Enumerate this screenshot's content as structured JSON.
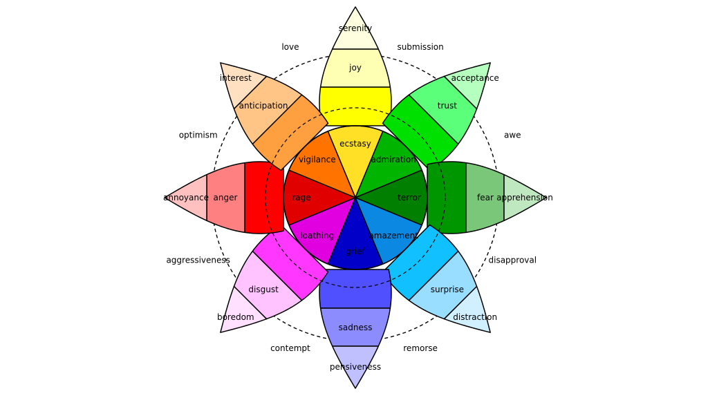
{
  "petals": [
    {
      "angle": 0,
      "dyad": "love",
      "levels": [
        {
          "label": "serenity",
          "color": "#ffffb3"
        },
        {
          "label": "joy",
          "color": "#ffff00"
        },
        {
          "label": "ecstasy",
          "color": "#ffe026"
        }
      ],
      "tip_color": "#ffffe0"
    },
    {
      "angle": 45,
      "dyad": "submission",
      "levels": [
        {
          "label": "acceptance",
          "color": "#5bff7a"
        },
        {
          "label": "trust",
          "color": "#00e000"
        },
        {
          "label": "admiration",
          "color": "#00b400"
        }
      ],
      "tip_color": "#b5ffbf"
    },
    {
      "angle": 90,
      "dyad": "awe",
      "levels": [
        {
          "label": "apprehension",
          "color": "#7ac77a"
        },
        {
          "label": "fear",
          "color": "#009600"
        },
        {
          "label": "terror",
          "color": "#007f00"
        }
      ],
      "tip_color": "#c0e8c0"
    },
    {
      "angle": 135,
      "dyad": "disapproval",
      "levels": [
        {
          "label": "distraction",
          "color": "#99ddff"
        },
        {
          "label": "surprise",
          "color": "#10c0ff"
        },
        {
          "label": "amazement",
          "color": "#0b89e2"
        }
      ],
      "tip_color": "#d0efff"
    },
    {
      "angle": 180,
      "dyad": "remorse",
      "levels": [
        {
          "label": "pensiveness",
          "color": "#8c8cff"
        },
        {
          "label": "sadness",
          "color": "#5050ff"
        },
        {
          "label": "grief",
          "color": "#0000c8"
        }
      ],
      "tip_color": "#c0c0ff"
    },
    {
      "angle": 225,
      "dyad": "contempt",
      "levels": [
        {
          "label": "boredom",
          "color": "#ffc3ff"
        },
        {
          "label": "disgust",
          "color": "#ff37ff"
        },
        {
          "label": "loathing",
          "color": "#e000e0"
        }
      ],
      "tip_color": "#ffe0ff"
    },
    {
      "angle": 270,
      "dyad": "aggressiveness",
      "levels": [
        {
          "label": "annoyance",
          "color": "#ff8080"
        },
        {
          "label": "anger",
          "color": "#ff0000"
        },
        {
          "label": "rage",
          "color": "#e00000"
        }
      ],
      "tip_color": "#ffc0c0"
    },
    {
      "angle": 315,
      "dyad": "optimism",
      "levels": [
        {
          "label": "interest",
          "color": "#ffc587"
        },
        {
          "label": "anticipation",
          "color": "#ffa040"
        },
        {
          "label": "vigilance",
          "color": "#ff7300"
        }
      ],
      "tip_color": "#ffe0c0"
    }
  ]
}
